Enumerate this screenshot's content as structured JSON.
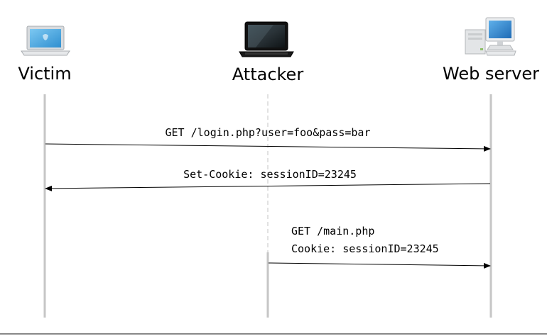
{
  "actors": {
    "victim": {
      "label": "Victim",
      "icon": "laptop-icon"
    },
    "attacker": {
      "label": "Attacker",
      "icon": "dark-laptop-icon"
    },
    "server": {
      "label": "Web server",
      "icon": "desktop-computer-icon"
    }
  },
  "messages": {
    "login_request": "GET /login.php?user=foo&pass=bar",
    "set_cookie": "Set-Cookie:  sessionID=23245",
    "hijack_line1": "GET /main.php",
    "hijack_line2": "Cookie:  sessionID=23245"
  },
  "colors": {
    "lifeline": "#c6c6c6",
    "arrow": "#000000",
    "laptop_screen": "#4aa8e0",
    "attacker_laptop": "#1c1c1c",
    "server_screen": "#2f7fc4"
  }
}
